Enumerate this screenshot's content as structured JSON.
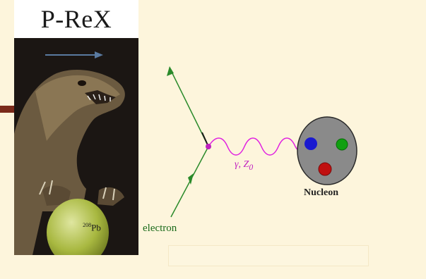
{
  "poster": {
    "title": "P-ReX",
    "lead_label": "Pb",
    "lead_mass_number": "208"
  },
  "diagram": {
    "electron_label": "electron",
    "boson_label": "γ, Z",
    "boson_subscript": "0",
    "nucleon_label": "Nucleon",
    "colors": {
      "electron_line": "#2a8a2a",
      "photon": "#e020e0",
      "vertex": "#c020c0",
      "nucleon_fill": "#8a8a8a",
      "quark_blue": "#1a1ad0",
      "quark_green": "#10a010",
      "quark_red": "#c01010",
      "accent": "#7a2a1a",
      "background": "#fdf5dc"
    }
  }
}
